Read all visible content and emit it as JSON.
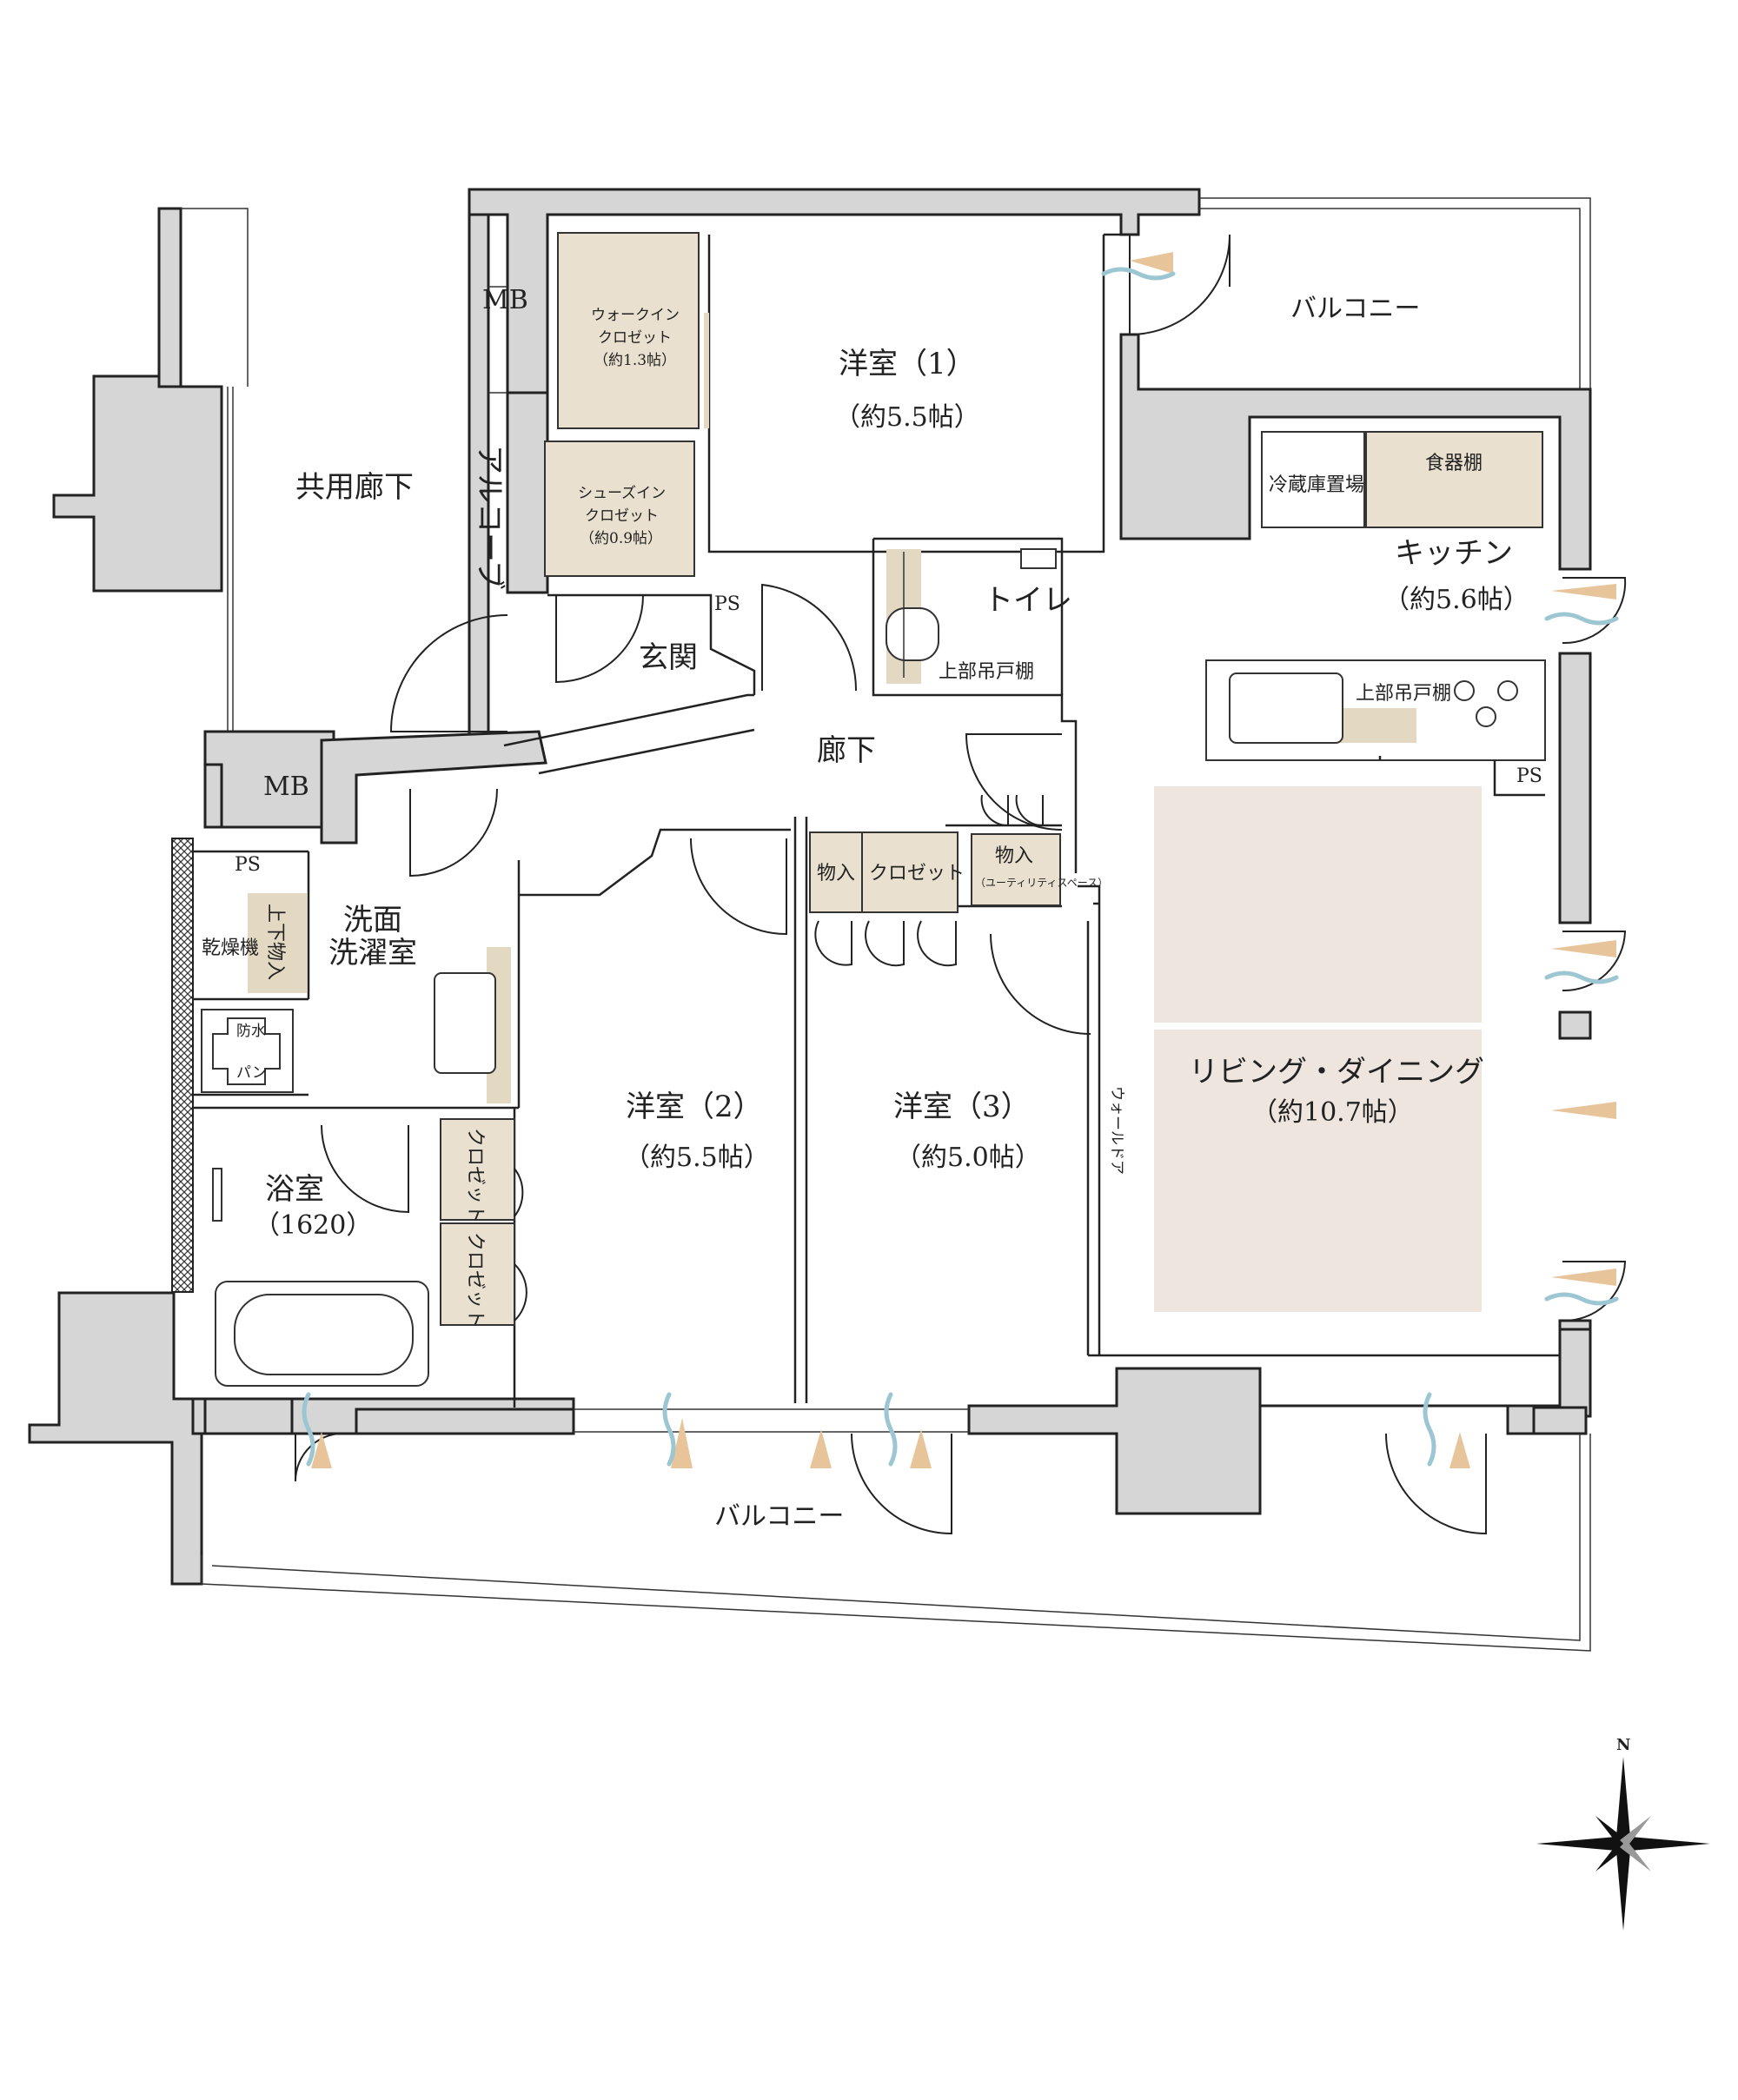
{
  "rooms": {
    "common_corridor": "共用廊下",
    "alcove": "アルコーブ",
    "mb_top": "MB",
    "mb_left": "MB",
    "walk_in_closet": [
      "ウォークイン",
      "クロゼット",
      "（約1.3帖）"
    ],
    "shoes_in_closet": [
      "シューズイン",
      "クロゼット",
      "（約0.9帖）"
    ],
    "ps_entrance": "PS",
    "entrance": "玄関",
    "western1": {
      "name": "洋室（1）",
      "size": "（約5.5帖）"
    },
    "balcony_top": "バルコニー",
    "toilet": "トイレ",
    "upper_cabinet_toilet": "上部吊戸棚",
    "fridge_space": "冷蔵庫置場",
    "cupboard": "食器棚",
    "kitchen": {
      "name": "キッチン",
      "size": "（約5.6帖）"
    },
    "upper_cabinet_kitchen": "上部吊戸棚",
    "ps_kitchen": "PS",
    "hallway": "廊下",
    "storage1": "物入",
    "closet_w3": "クロゼット",
    "storage2": "物入",
    "utility_space": "（ユーティリティスペース）",
    "ps_wash": "PS",
    "washroom": [
      "洗面",
      "洗濯室"
    ],
    "dryer": "乾燥機",
    "upper_lower_storage": "上下物入",
    "waterproof_pan": [
      "防水",
      "パン"
    ],
    "bathroom": {
      "name": "浴室",
      "size": "（1620）"
    },
    "closet_a": "クロゼット",
    "closet_b": "クロゼット",
    "western2": {
      "name": "洋室（2）",
      "size": "（約5.5帖）"
    },
    "western3": {
      "name": "洋室（3）",
      "size": "（約5.0帖）"
    },
    "wall_door": "ウォールドア",
    "living_dining": {
      "name": "リビング・ダイニング",
      "size": "（約10.7帖）"
    },
    "balcony_bottom": "バルコニー"
  },
  "compass": {
    "north": "N"
  },
  "colors": {
    "wall": "#d6d6d6",
    "storage": "#e9e0cf",
    "living_floor": "#efe5df",
    "light_ray": "#e8c49a",
    "wind": "#9cc6d2"
  }
}
